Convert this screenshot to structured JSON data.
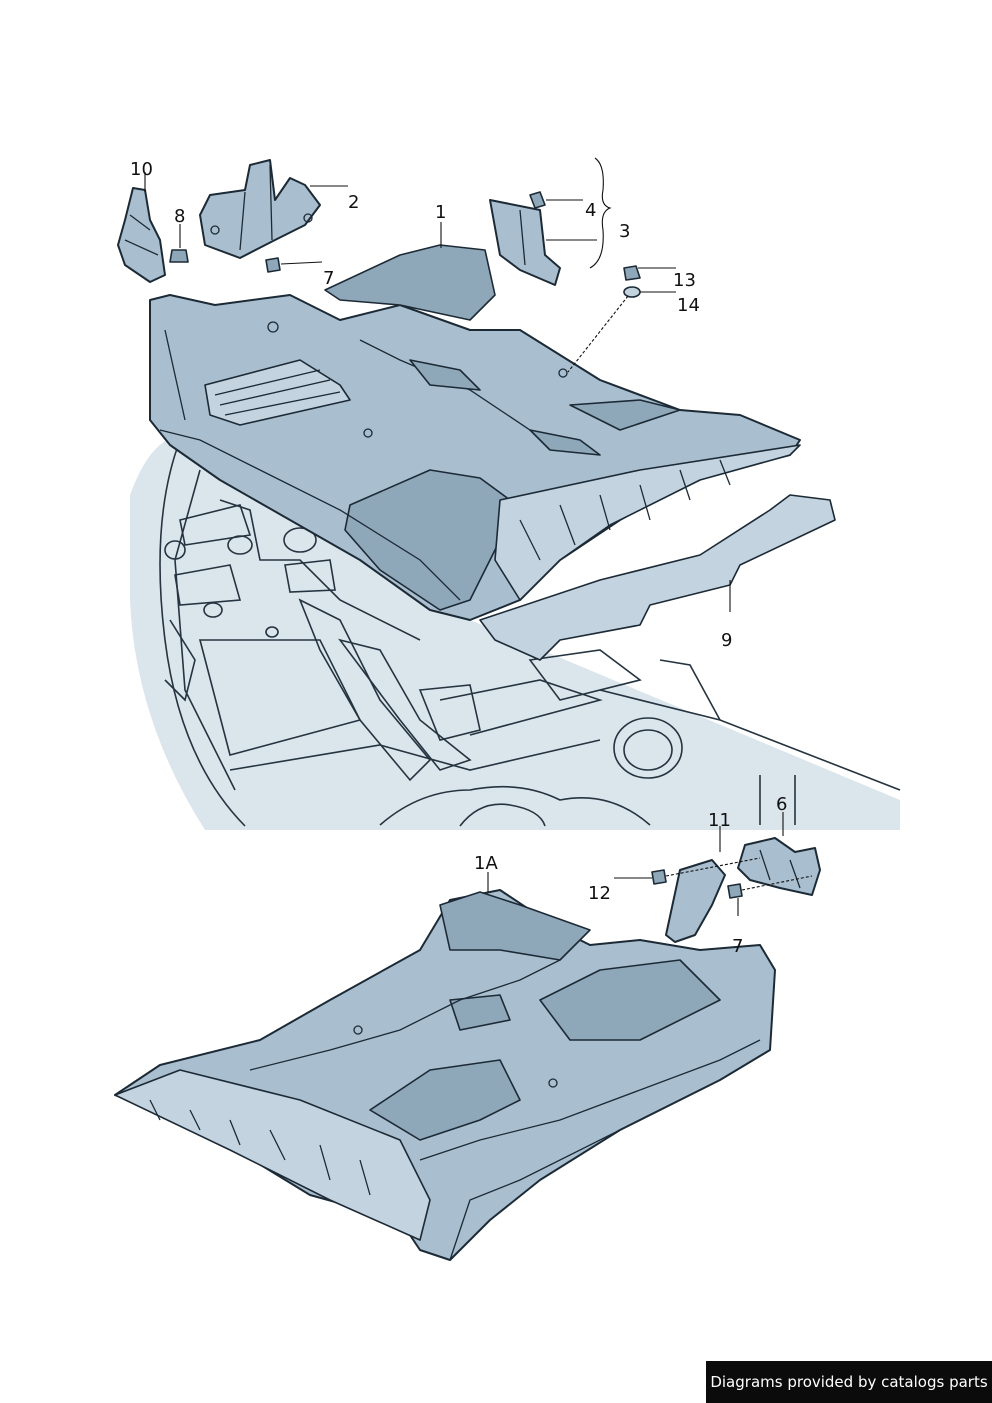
{
  "callouts": {
    "c1": "1",
    "c1a": "1A",
    "c2": "2",
    "c3": "3",
    "c4": "4",
    "c6": "6",
    "c7a": "7",
    "c7b": "7",
    "c8": "8",
    "c9": "9",
    "c10": "10",
    "c11": "11",
    "c12": "12",
    "c13": "13",
    "c14": "14"
  },
  "footer": {
    "text": "Diagrams provided by catalogs parts"
  },
  "colors": {
    "part_fill": "#a9bfcf",
    "part_outline": "#1c2a36",
    "body_shell": "#dbe5ec",
    "footer_bg": "#0b0b0b"
  }
}
